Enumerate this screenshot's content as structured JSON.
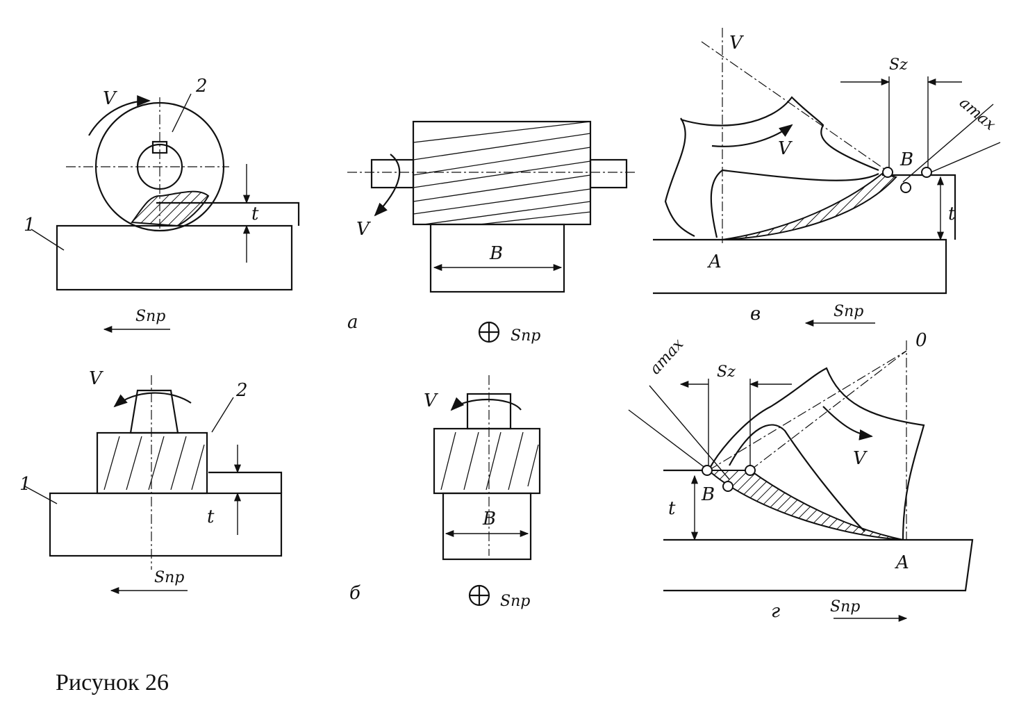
{
  "figure_caption": "Рисунок 26",
  "labels": {
    "velocity": "V",
    "velocity_upper": "V",
    "feed": "Sпр",
    "depth": "t",
    "width": "B",
    "tooth_feed": "Sz",
    "max_thickness": "amax",
    "point_a": "A",
    "point_b": "B",
    "center_o": "0",
    "part_workpiece": "1",
    "part_cutter": "2"
  },
  "panel_letters": {
    "a": "а",
    "b": "б",
    "v": "в",
    "g": "г"
  }
}
